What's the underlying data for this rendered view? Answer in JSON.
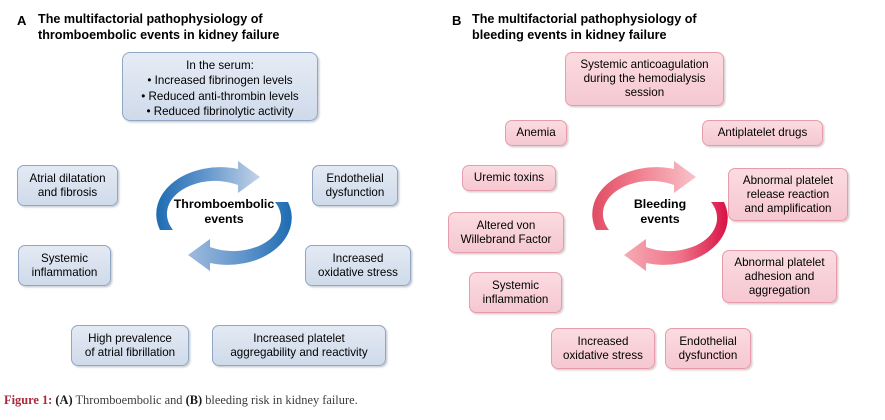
{
  "figure": {
    "caption_label": "Figure 1:",
    "caption_a_tag": "(A)",
    "caption_mid": " Thromboembolic and ",
    "caption_b_tag": "(B)",
    "caption_end": " bleeding risk in kidney failure.",
    "colors": {
      "blue_box_fill": "#d8e1ee",
      "blue_box_border": "#8fa6c4",
      "blue_arrow_dark": "#1f6cb0",
      "blue_arrow_light": "#b9cbe4",
      "pink_box_fill": "#f8d0d7",
      "pink_box_border": "#e79cac",
      "pink_arrow_dark": "#d81e4a",
      "pink_arrow_light": "#f6b6bd",
      "caption_label_color": "#a82a3a"
    }
  },
  "panel_a": {
    "letter": "A",
    "title": "The multifactorial pathophysiology of\nthromboembolic events in kidney failure",
    "serum_box": "In the serum:\n• Increased fibrinogen levels\n• Reduced anti-thrombin levels\n• Reduced fibrinolytic activity",
    "cycle_label": "Thromboembolic\nevents",
    "nodes": [
      {
        "id": "atrial-dilatation-and-fibrosis",
        "text": "Atrial dilatation\nand fibrosis"
      },
      {
        "id": "endothelial-dysfunction",
        "text": "Endothelial\ndysfunction"
      },
      {
        "id": "systemic-inflammation",
        "text": "Systemic\ninflammation"
      },
      {
        "id": "increased-oxidative-stress",
        "text": "Increased\noxidative stress"
      },
      {
        "id": "high-prevalence-of-atrial-fibrillation",
        "text": "High prevalence\nof atrial fibrillation"
      },
      {
        "id": "increased-platelet-aggregability-and-reactivity",
        "text": "Increased platelet\naggregability and reactivity"
      }
    ]
  },
  "panel_b": {
    "letter": "B",
    "title": "The multifactorial pathophysiology of\nbleeding events in kidney failure",
    "cycle_label": "Bleeding\nevents",
    "nodes": [
      {
        "id": "systemic-anticoagulation-during-hemodialysis",
        "text": "Systemic anticoagulation\nduring the hemodialysis\nsession"
      },
      {
        "id": "anemia",
        "text": "Anemia"
      },
      {
        "id": "antiplatelet-drugs",
        "text": "Antiplatelet drugs"
      },
      {
        "id": "uremic-toxins",
        "text": "Uremic toxins"
      },
      {
        "id": "abnormal-platelet-release-reaction-and-amplification",
        "text": "Abnormal platelet\nrelease reaction\nand amplification"
      },
      {
        "id": "altered-von-willebrand-factor",
        "text": "Altered von\nWillebrand Factor"
      },
      {
        "id": "abnormal-platelet-adhesion-and-aggregation",
        "text": "Abnormal platelet\nadhesion and\naggregation"
      },
      {
        "id": "systemic-inflammation",
        "text": "Systemic\ninflammation"
      },
      {
        "id": "increased-oxidative-stress",
        "text": "Increased\noxidative stress"
      },
      {
        "id": "endothelial-dysfunction",
        "text": "Endothelial\ndysfunction"
      }
    ]
  }
}
